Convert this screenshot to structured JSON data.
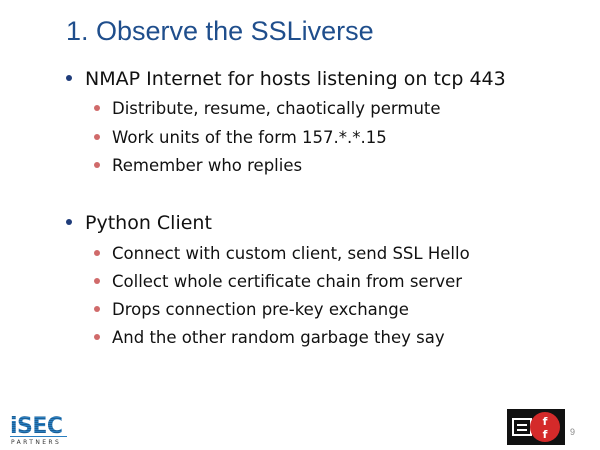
{
  "slide": {
    "title": "1. Observe the SSLiverse",
    "page_number": "9"
  },
  "bullets": [
    {
      "level": 1,
      "text": "NMAP Internet for hosts listening on tcp 443"
    },
    {
      "level": 2,
      "text": "Distribute, resume, chaotically permute"
    },
    {
      "level": 2,
      "text": "Work units of the form 157.*.*.15"
    },
    {
      "level": 2,
      "text": "Remember who replies"
    },
    {
      "level": 1,
      "text": "Python Client"
    },
    {
      "level": 2,
      "text": "Connect with custom client, send SSL Hello"
    },
    {
      "level": 2,
      "text": "Collect whole certificate chain from server"
    },
    {
      "level": 2,
      "text": "Drops connection pre-key exchange"
    },
    {
      "level": 2,
      "text": "And the other random garbage they say"
    }
  ],
  "logos": {
    "left": {
      "name": "isec-partners-logo",
      "text": "iSEC",
      "subtext": "PARTNERS"
    },
    "right": {
      "name": "eff-logo",
      "text": "EFF"
    }
  },
  "colors": {
    "title": "#1f4e8c",
    "level1_bullet": "#1f3c7a",
    "level2_bullet": "#d06a6a",
    "isec_blue": "#2a7fc0",
    "eff_red": "#d42a2a"
  }
}
